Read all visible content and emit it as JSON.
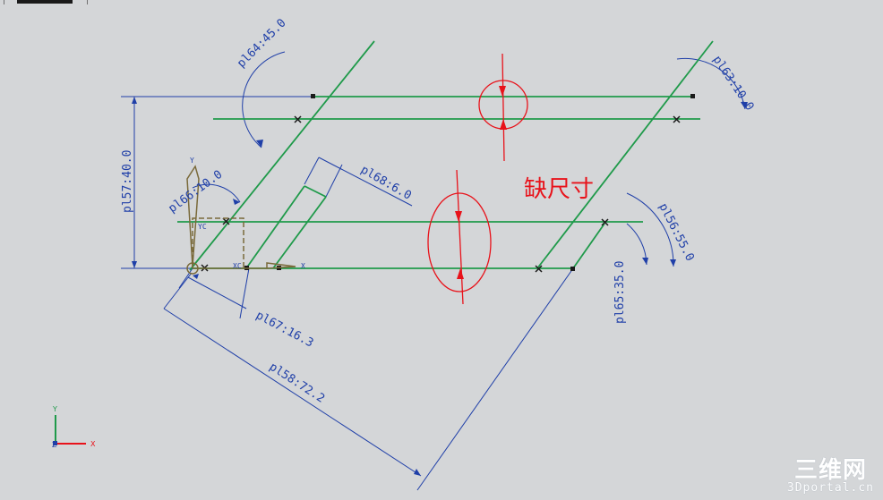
{
  "dimensions": {
    "d_pl57": "pl57:40.0",
    "d_pl64": "pl64:45.0",
    "d_pl63": "pl63:10.0",
    "d_pl66": "pl66:10.0",
    "d_pl68": "pl68:6.0",
    "d_pl56": "pl56:55.0",
    "d_pl65": "pl65:35.0",
    "d_pl67": "pl67:16.3",
    "d_pl58": "pl58:72.2"
  },
  "annotation": {
    "missing_dim": "缺尺寸"
  },
  "sketch_axes": {
    "x": "X",
    "y": "Y",
    "xc": "XC",
    "yc": "YC"
  },
  "triad": {
    "x": "X",
    "y": "Y",
    "z": "Z"
  },
  "watermark": {
    "logo": "三维网",
    "url": "3Dportal.cn"
  },
  "colors": {
    "background": "#d4d6d8",
    "sketch_curve": "#1f9a4a",
    "dimension": "#1f3fa8",
    "markup": "#e8121a"
  }
}
